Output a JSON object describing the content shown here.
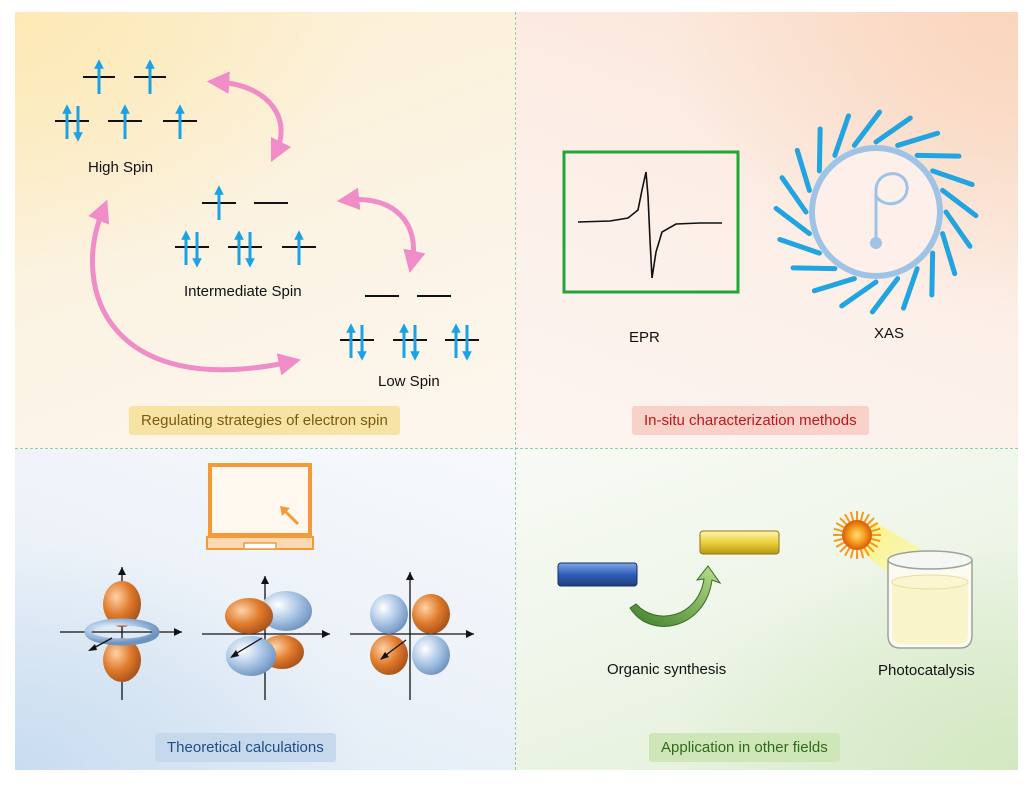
{
  "colors": {
    "spin_arrow": "#1aa1e6",
    "cycle_arrow": "#f08cc8",
    "epr_box": "#22a63a",
    "xas_ring": "#9ec3e6",
    "screen": "#f59a3a",
    "orbital_orange": "#e07b2c",
    "orbital_blue": "#9bbbdf"
  },
  "spin_panel": {
    "high_spin": "High Spin",
    "intermediate_spin": "Intermediate Spin",
    "low_spin": "Low Spin",
    "badge": "Regulating strategies of electron spin"
  },
  "characterization_panel": {
    "epr": "EPR",
    "xas": "XAS",
    "badge": "In-situ characterization methods"
  },
  "theory_panel": {
    "badge": "Theoretical calculations"
  },
  "application_panel": {
    "organic_synthesis": "Organic synthesis",
    "photocatalysis": "Photocatalysis",
    "badge": "Application in other fields"
  }
}
